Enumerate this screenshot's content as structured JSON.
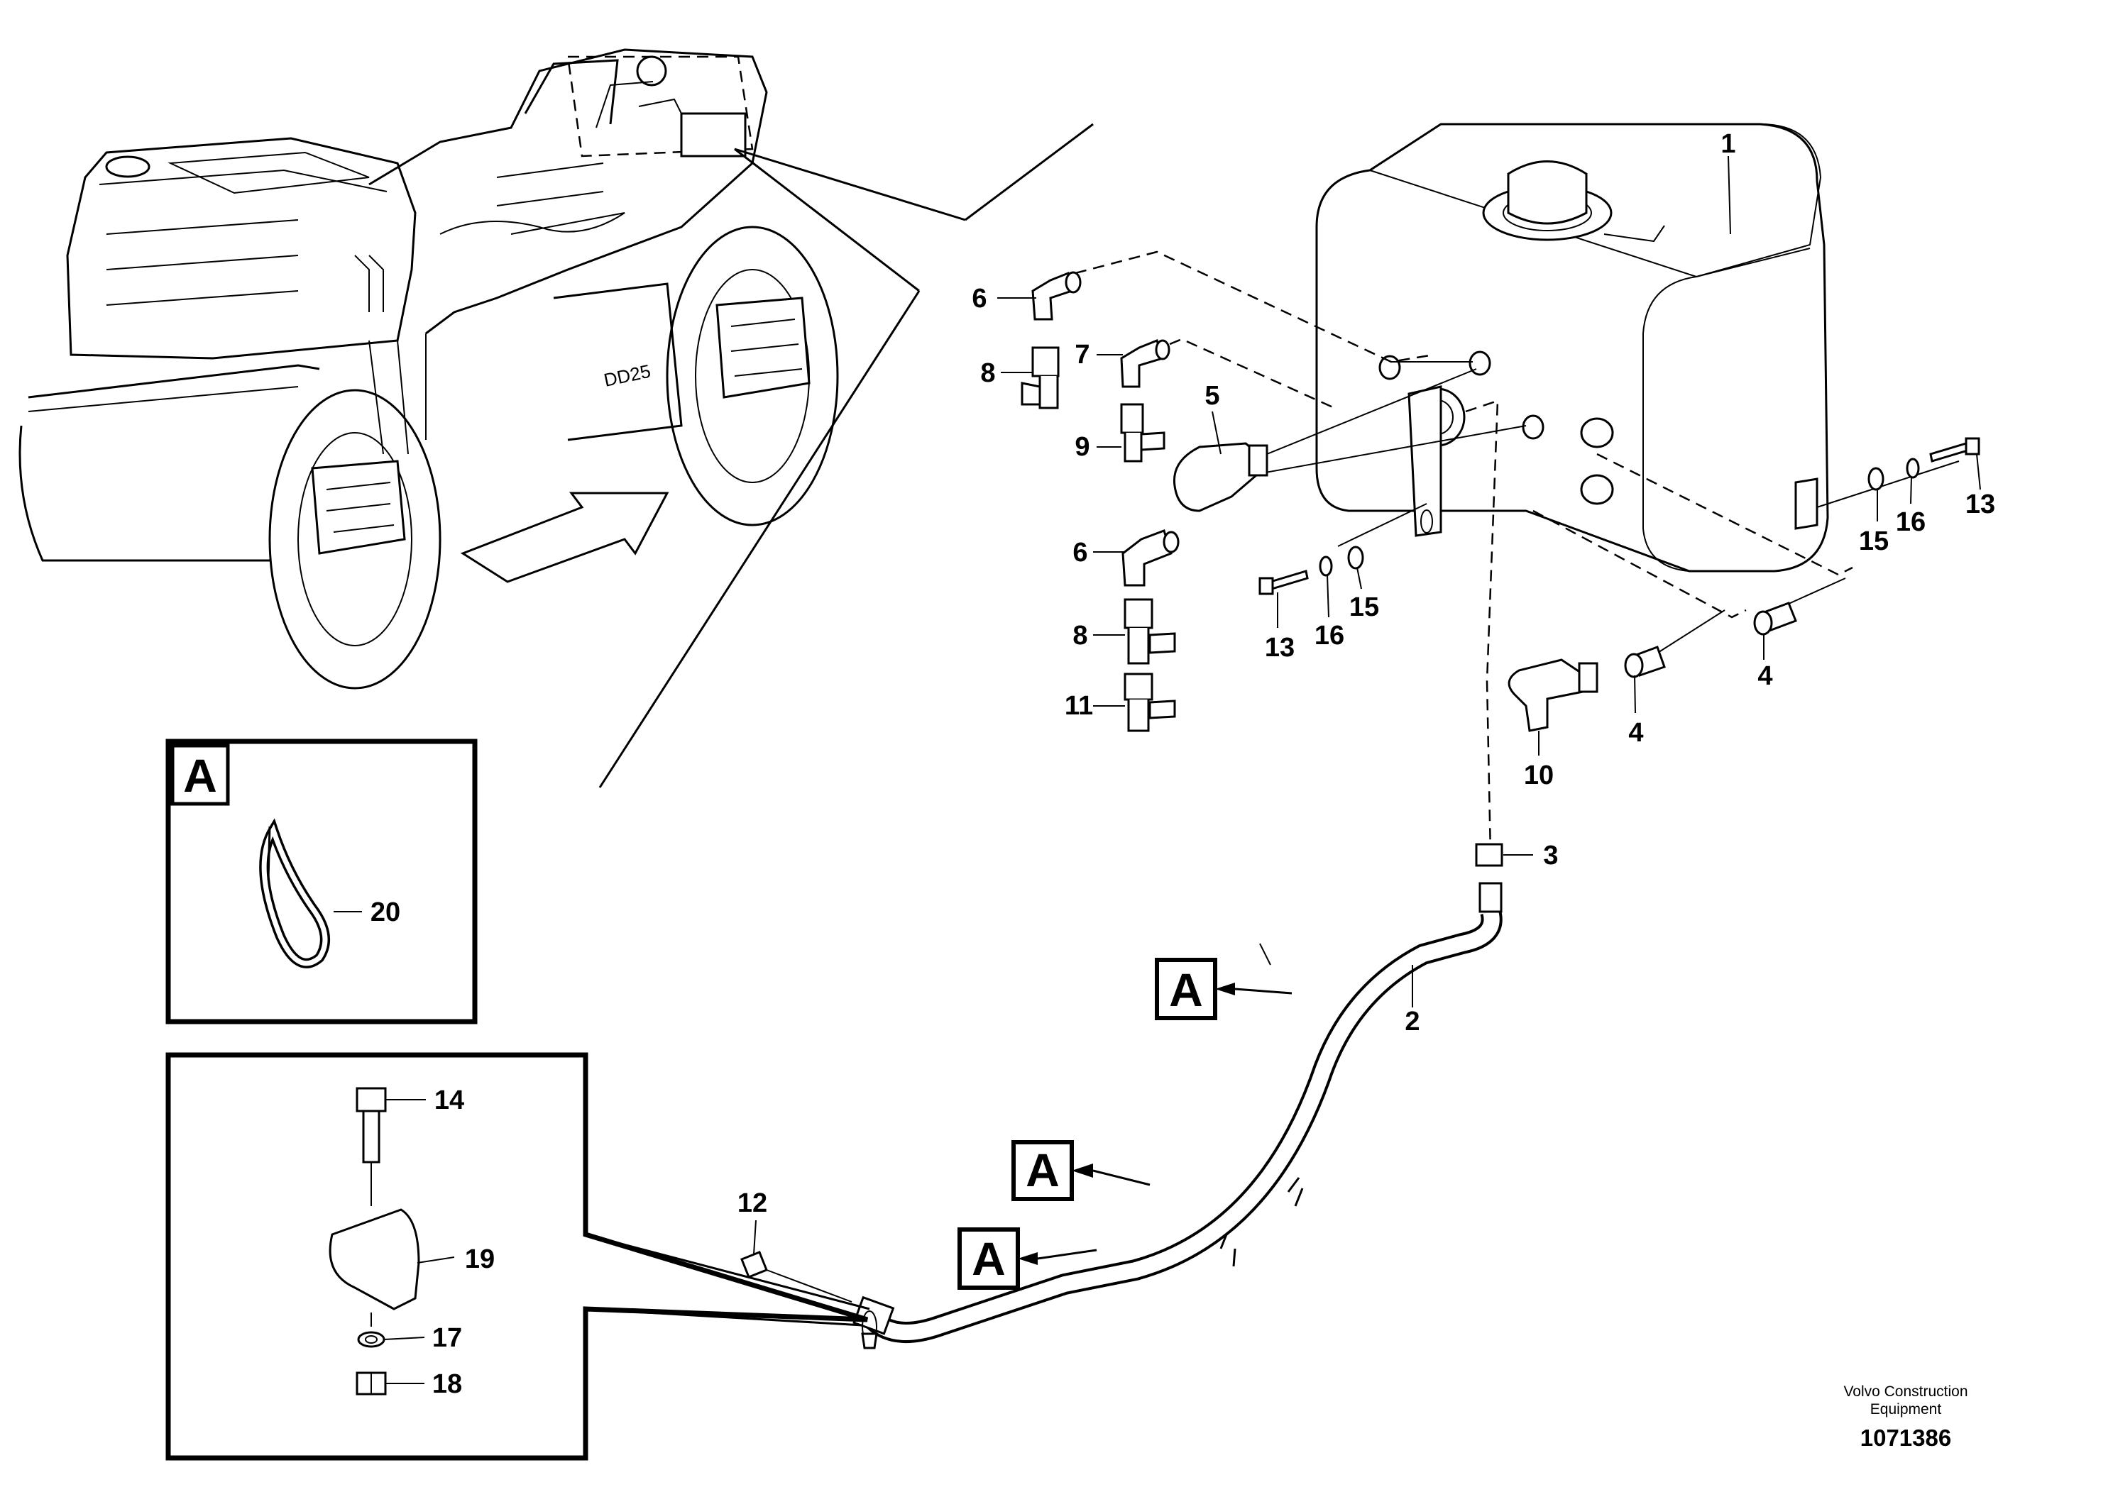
{
  "callouts": {
    "c1": "1",
    "c2": "2",
    "c3": "3",
    "c4a": "4",
    "c4b": "4",
    "c5": "5",
    "c6a": "6",
    "c6b": "6",
    "c7": "7",
    "c8a": "8",
    "c8b": "8",
    "c9": "9",
    "c10": "10",
    "c11": "11",
    "c12": "12",
    "c13a": "13",
    "c13b": "13",
    "c14": "14",
    "c15a": "15",
    "c15b": "15",
    "c16a": "16",
    "c16b": "16",
    "c17": "17",
    "c18": "18",
    "c19": "19",
    "c20": "20"
  },
  "view_tags": {
    "detail_a": "A",
    "hose_a1": "A",
    "hose_a2": "A",
    "hose_a3": "A"
  },
  "machine_label": "DD25",
  "credit_line1": "Volvo Construction",
  "credit_line2": "Equipment",
  "doc_number": "1071386"
}
